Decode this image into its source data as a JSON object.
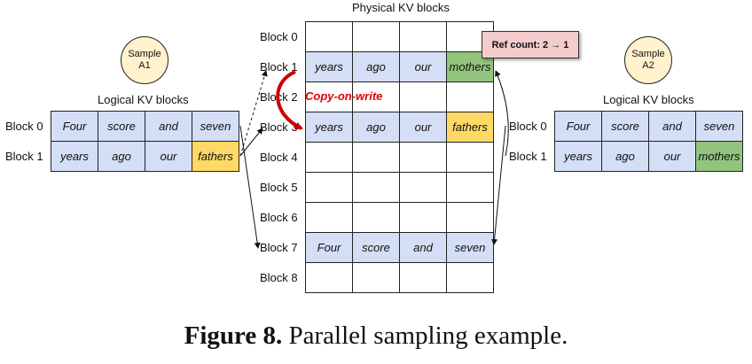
{
  "physical": {
    "title": "Physical KV blocks",
    "row_labels": [
      "Block 0",
      "Block 1",
      "Block 2",
      "Block 3",
      "Block 4",
      "Block 5",
      "Block 6",
      "Block 7",
      "Block 8"
    ],
    "rows": [
      [
        {
          "t": "",
          "c": "white"
        },
        {
          "t": "",
          "c": "white"
        },
        {
          "t": "",
          "c": "white"
        },
        {
          "t": "",
          "c": "white"
        }
      ],
      [
        {
          "t": "years",
          "c": "blue"
        },
        {
          "t": "ago",
          "c": "blue"
        },
        {
          "t": "our",
          "c": "blue"
        },
        {
          "t": "mothers",
          "c": "green"
        }
      ],
      [
        {
          "t": "",
          "c": "white"
        },
        {
          "t": "",
          "c": "white"
        },
        {
          "t": "",
          "c": "white"
        },
        {
          "t": "",
          "c": "white"
        }
      ],
      [
        {
          "t": "years",
          "c": "blue"
        },
        {
          "t": "ago",
          "c": "blue"
        },
        {
          "t": "our",
          "c": "blue"
        },
        {
          "t": "fathers",
          "c": "yellow"
        }
      ],
      [
        {
          "t": "",
          "c": "white"
        },
        {
          "t": "",
          "c": "white"
        },
        {
          "t": "",
          "c": "white"
        },
        {
          "t": "",
          "c": "white"
        }
      ],
      [
        {
          "t": "",
          "c": "white"
        },
        {
          "t": "",
          "c": "white"
        },
        {
          "t": "",
          "c": "white"
        },
        {
          "t": "",
          "c": "white"
        }
      ],
      [
        {
          "t": "",
          "c": "white"
        },
        {
          "t": "",
          "c": "white"
        },
        {
          "t": "",
          "c": "white"
        },
        {
          "t": "",
          "c": "white"
        }
      ],
      [
        {
          "t": "Four",
          "c": "blue"
        },
        {
          "t": "score",
          "c": "blue"
        },
        {
          "t": "and",
          "c": "blue"
        },
        {
          "t": "seven",
          "c": "blue"
        }
      ],
      [
        {
          "t": "",
          "c": "white"
        },
        {
          "t": "",
          "c": "white"
        },
        {
          "t": "",
          "c": "white"
        },
        {
          "t": "",
          "c": "white"
        }
      ]
    ]
  },
  "sample_a1": {
    "name_line1": "Sample",
    "name_line2": "A1",
    "title": "Logical KV blocks",
    "row_labels": [
      "Block 0",
      "Block 1"
    ],
    "rows": [
      [
        {
          "t": "Four",
          "c": "blue"
        },
        {
          "t": "score",
          "c": "blue"
        },
        {
          "t": "and",
          "c": "blue"
        },
        {
          "t": "seven",
          "c": "blue"
        }
      ],
      [
        {
          "t": "years",
          "c": "blue"
        },
        {
          "t": "ago",
          "c": "blue"
        },
        {
          "t": "our",
          "c": "blue"
        },
        {
          "t": "fathers",
          "c": "yellow"
        }
      ]
    ]
  },
  "sample_a2": {
    "name_line1": "Sample",
    "name_line2": "A2",
    "title": "Logical KV blocks",
    "row_labels": [
      "Block 0",
      "Block 1"
    ],
    "rows": [
      [
        {
          "t": "Four",
          "c": "blue"
        },
        {
          "t": "score",
          "c": "blue"
        },
        {
          "t": "and",
          "c": "blue"
        },
        {
          "t": "seven",
          "c": "blue"
        }
      ],
      [
        {
          "t": "years",
          "c": "blue"
        },
        {
          "t": "ago",
          "c": "blue"
        },
        {
          "t": "our",
          "c": "blue"
        },
        {
          "t": "mothers",
          "c": "green"
        }
      ]
    ]
  },
  "ref_count": "Ref count: 2 → 1",
  "copy_on_write": "Copy-on-write",
  "caption": {
    "label": "Figure 8.",
    "text": " Parallel sampling example."
  },
  "colors": {
    "blue": "#d4def5",
    "yellow": "#ffd966",
    "green": "#93c47d",
    "ref_box": "#f4cccc",
    "sample_circle": "#fff2cc",
    "copy_arrow": "#cc0000"
  }
}
